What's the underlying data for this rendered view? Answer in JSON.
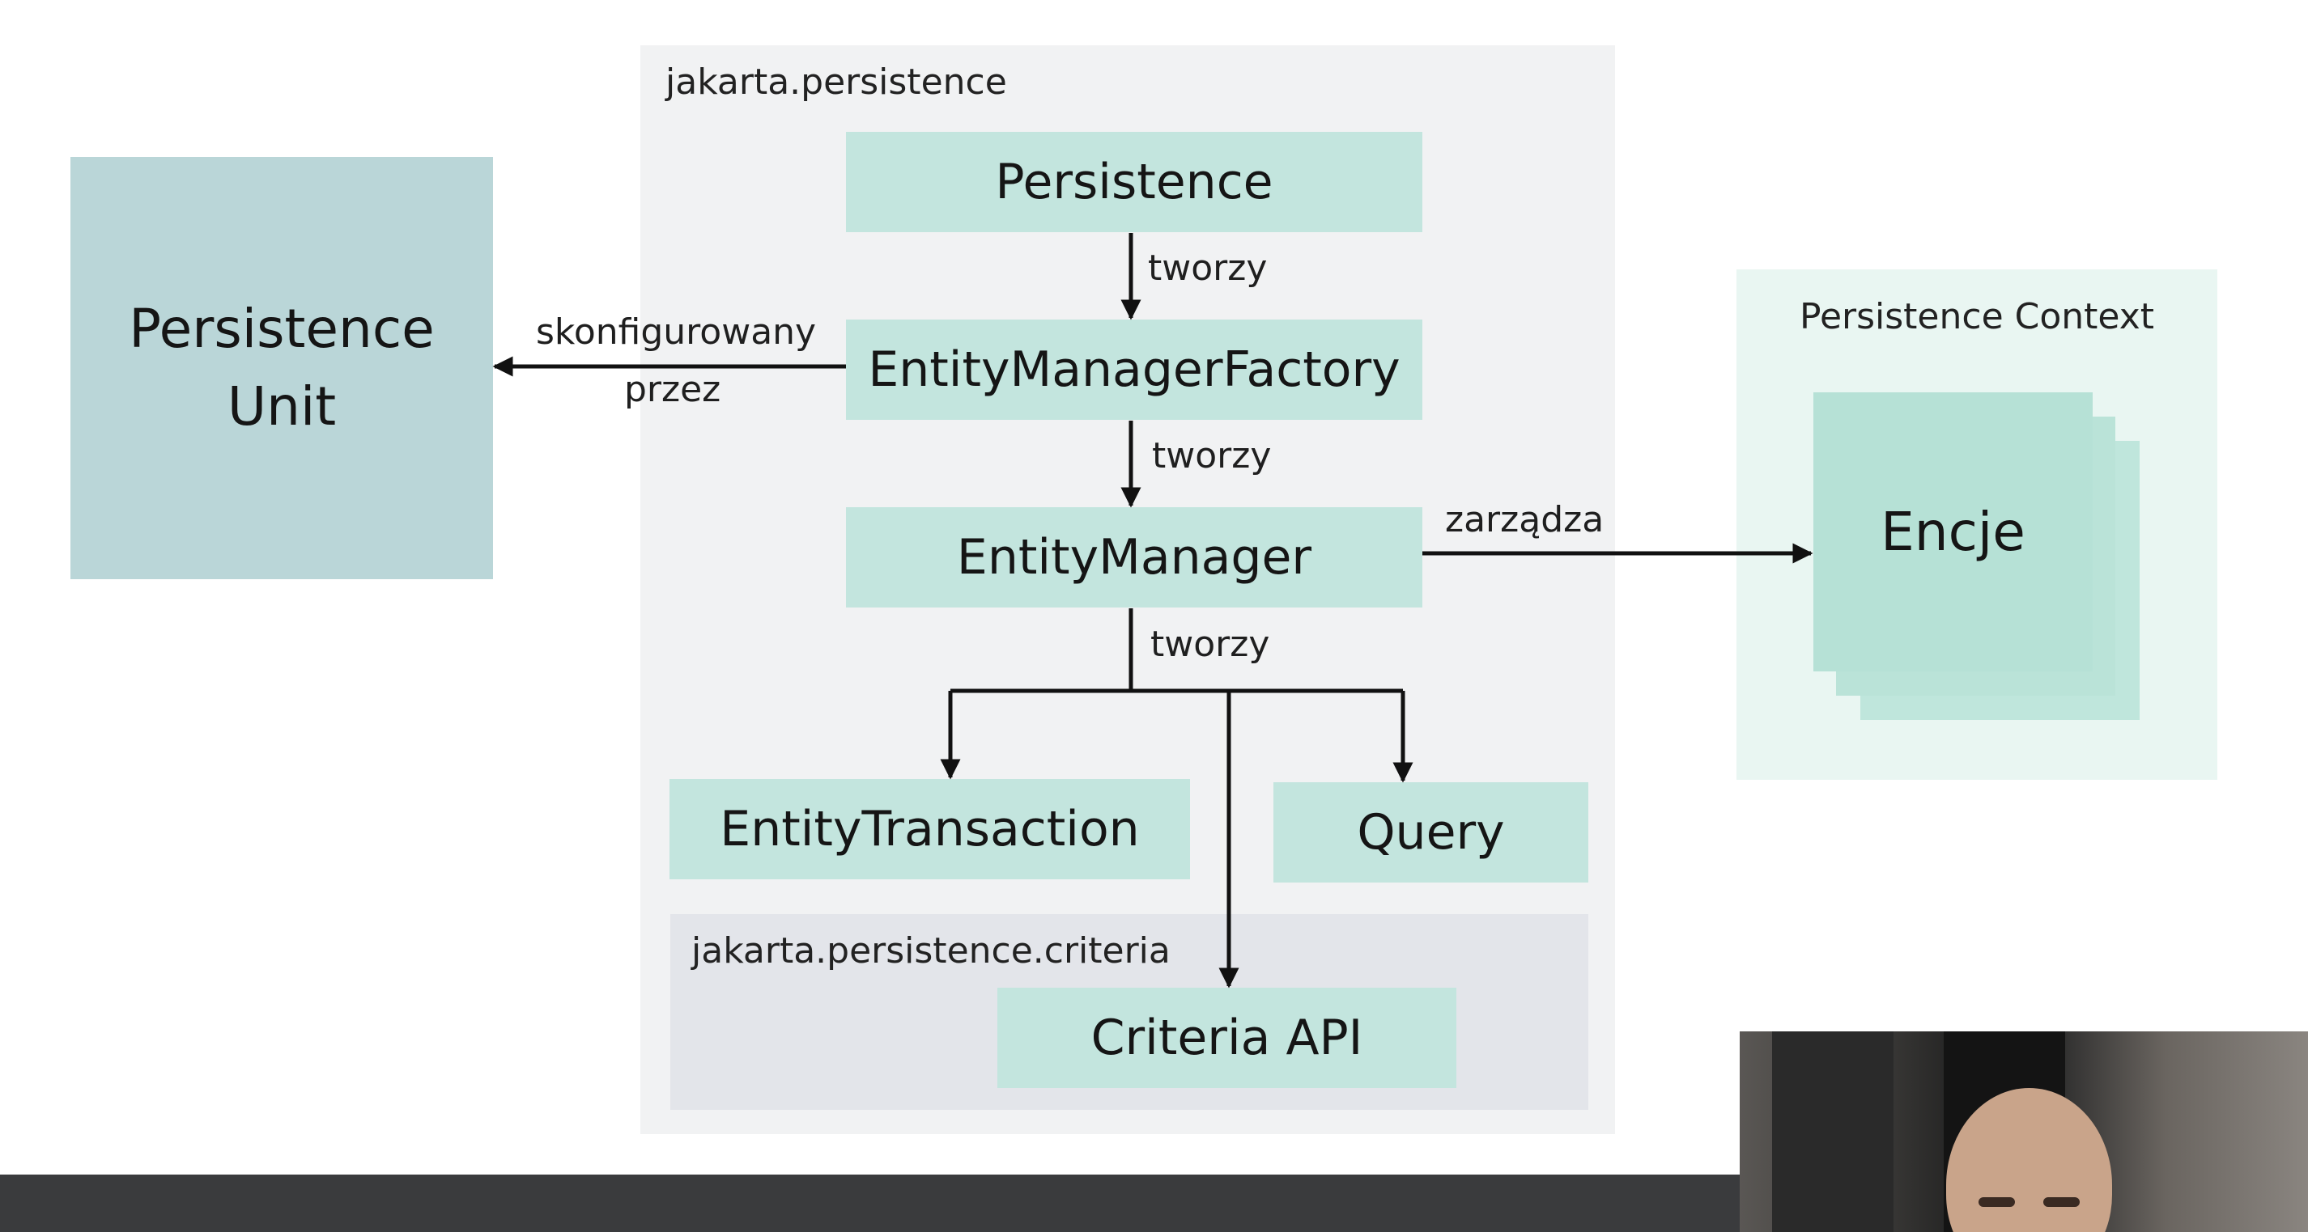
{
  "diagram": {
    "package_main": "jakarta.persistence",
    "package_criteria": "jakarta.persistence.criteria",
    "context_title": "Persistence Context",
    "nodes": {
      "persistence": "Persistence",
      "emf": "EntityManagerFactory",
      "em": "EntityManager",
      "transaction": "EntityTransaction",
      "query": "Query",
      "criteria_api": "Criteria API",
      "persistence_unit_line1": "Persistence",
      "persistence_unit_line2": "Unit",
      "entities": "Encje"
    },
    "edges": {
      "creates_1": "tworzy",
      "creates_2": "tworzy",
      "creates_3": "tworzy",
      "configured_line1": "skonfigurowany",
      "configured_line2": "przez",
      "manages": "zarządza"
    }
  },
  "colors": {
    "node_fill": "#c3e5de",
    "persistence_unit_fill": "#bad6d8",
    "package_fill": "#f1f2f3",
    "criteria_package_fill": "#e3e5ea",
    "context_fill": "#e9f6f2",
    "arrow": "#111111"
  }
}
